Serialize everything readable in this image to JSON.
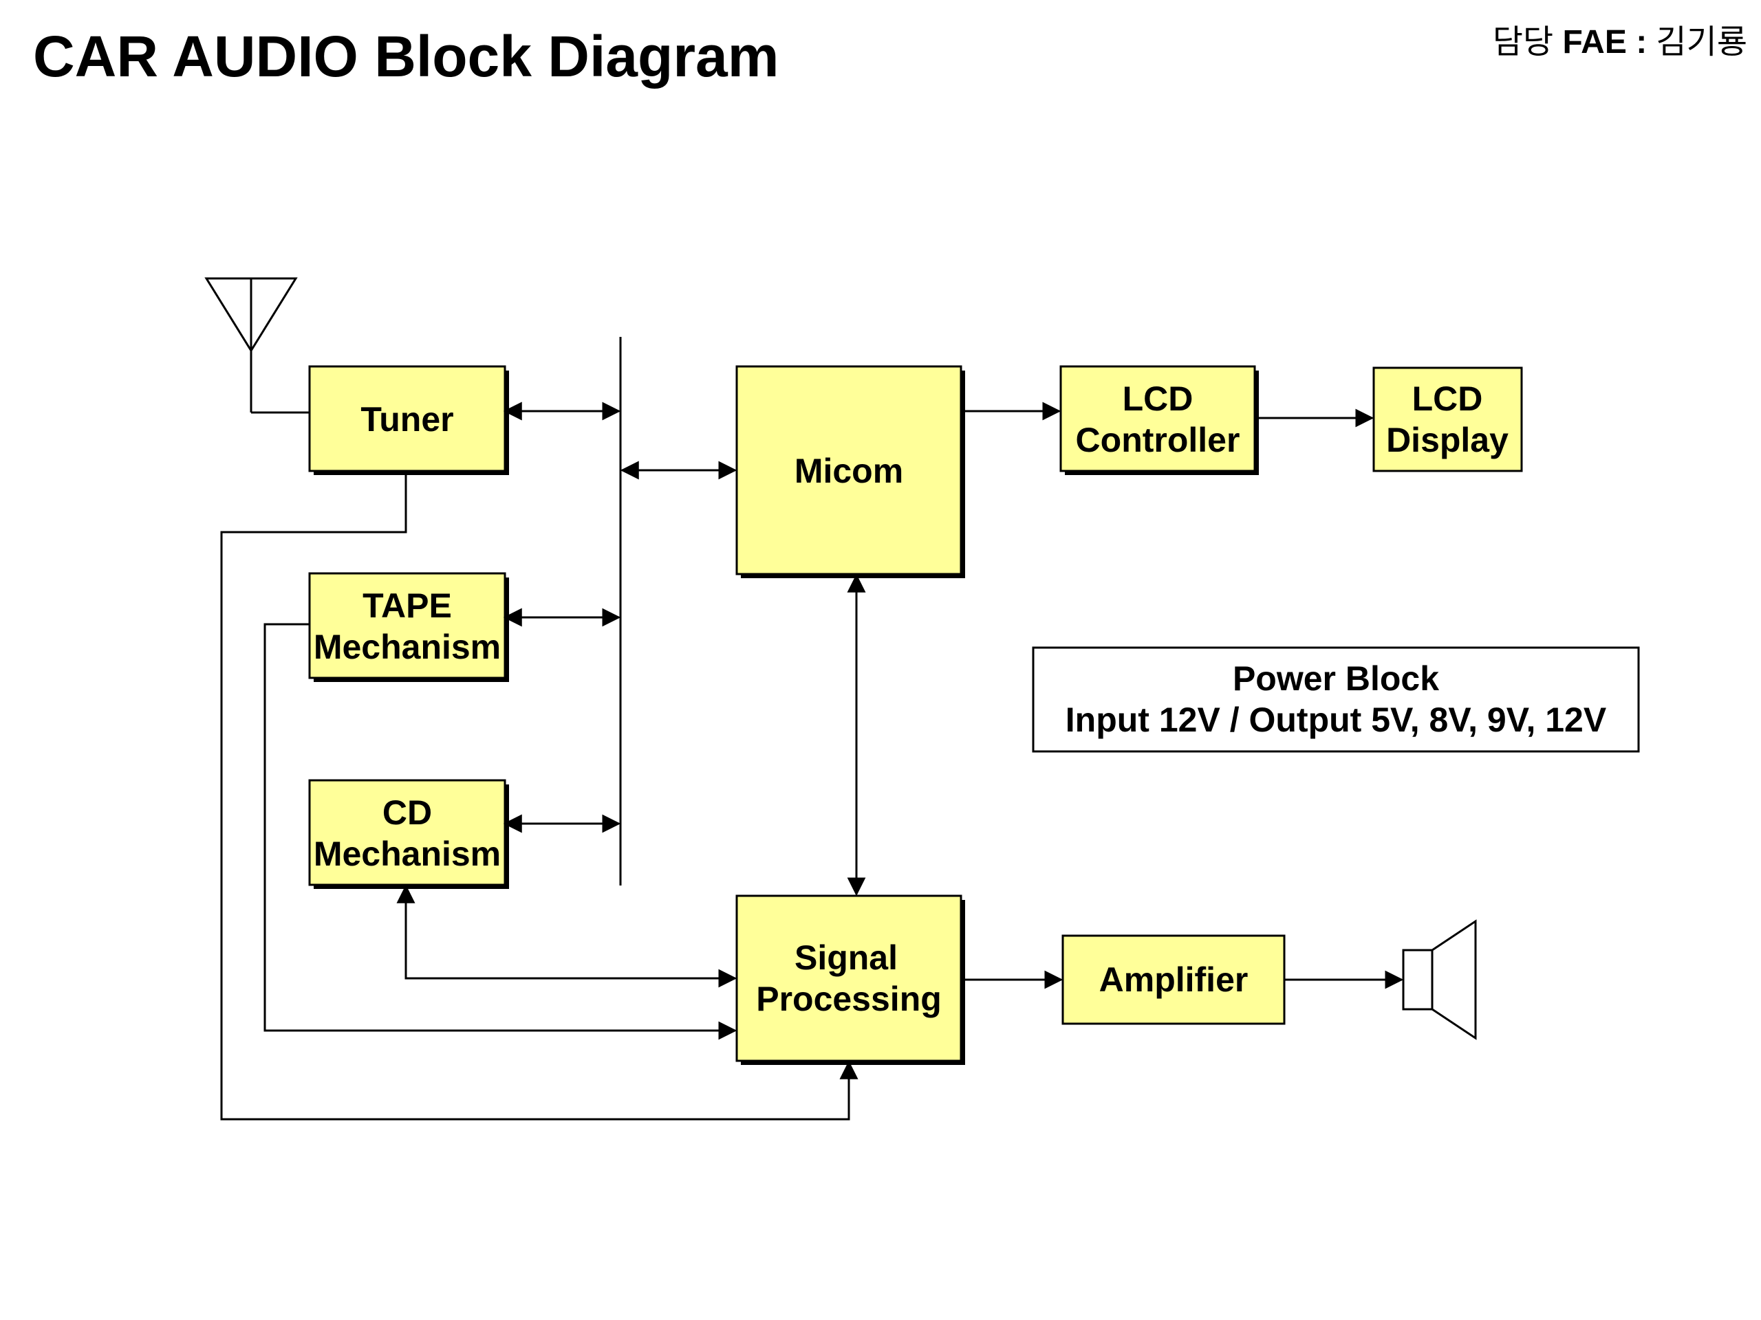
{
  "title": "CAR AUDIO Block Diagram",
  "owner": {
    "prefix": "담당",
    "role": "FAE :",
    "name": "김기룡"
  },
  "blocks": {
    "tuner": {
      "label": "Tuner"
    },
    "tape": {
      "line1": "TAPE",
      "line2": "Mechanism"
    },
    "cd": {
      "line1": "CD",
      "line2": "Mechanism"
    },
    "micom": {
      "label": "Micom"
    },
    "lcd_controller": {
      "line1": "LCD",
      "line2": "Controller"
    },
    "lcd_display": {
      "line1": "LCD",
      "line2": "Display"
    },
    "signal_processing": {
      "line1": "Signal",
      "line2": "Processing"
    },
    "amplifier": {
      "label": "Amplifier"
    },
    "power": {
      "line1": "Power Block",
      "line2": "Input 12V / Output 5V, 8V, 9V, 12V"
    }
  },
  "colors": {
    "block_fill": "#ffff99",
    "line": "#000000"
  },
  "icons": [
    "antenna-icon",
    "speaker-icon"
  ]
}
